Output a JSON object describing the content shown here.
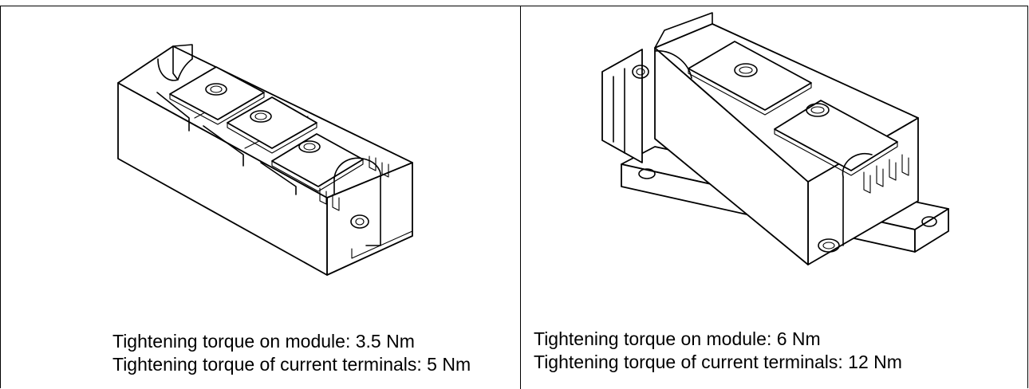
{
  "panels": [
    {
      "caption_lines": [
        "Tightening torque on module: 3.5 Nm",
        "Tightening torque of current terminals: 5 Nm"
      ]
    },
    {
      "caption_lines": [
        "Tightening torque on module: 6 Nm",
        "Tightening torque of current terminals: 12 Nm"
      ]
    }
  ]
}
